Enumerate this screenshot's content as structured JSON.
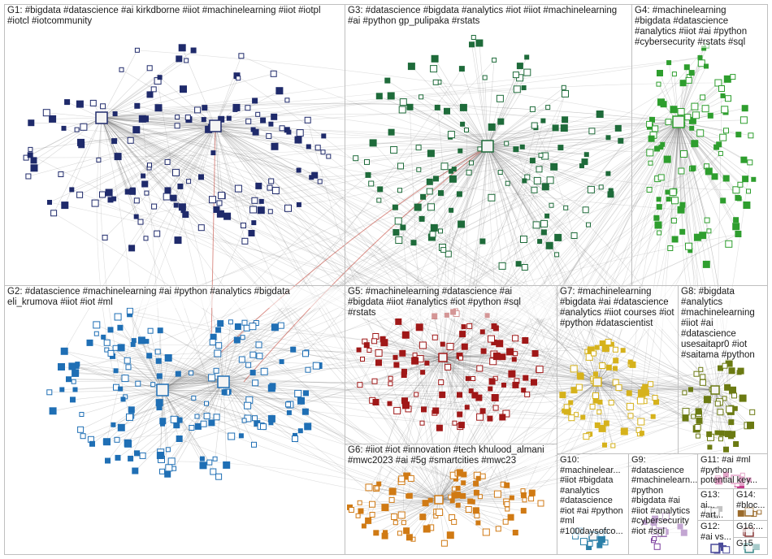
{
  "graph": {
    "groups": [
      {
        "id": "G1",
        "label": "G1: #bigdata #datascience #ai kirkdborne #iiot #machinelearning #iiot #iotpl\n#iotcl #iotcommunity",
        "color": "#1f2a6b",
        "node_count": 150
      },
      {
        "id": "G2",
        "label": "G2: #datascience #machinelearning #ai #python #analytics #bigdata\neli_krumova #iiot #iot #ml",
        "color": "#1f6fb5",
        "node_count": 170
      },
      {
        "id": "G3",
        "label": "G3: #datascience #bigdata #analytics #iot #iiot #machinelearning\n#ai #python gp_pulipaka #rstats",
        "color": "#1e6b3a",
        "node_count": 140
      },
      {
        "id": "G4",
        "label": "G4: #machinelearning\n#bigdata #datascience\n#analytics #iiot #ai #python\n#cybersecurity #rstats #sql",
        "color": "#2e9e2e",
        "node_count": 110
      },
      {
        "id": "G5",
        "label": "G5: #machinelearning #datascience #ai\n#bigdata #iiot #analytics #iot #python #sql\n#rstats",
        "color": "#a01818",
        "node_count": 110
      },
      {
        "id": "G6",
        "label": "G6: #iiot #iot #innovation #tech khulood_almani\n#mwc2023 #ai #5g #smartcities #mwc23",
        "color": "#d07a14",
        "node_count": 90
      },
      {
        "id": "G7",
        "label": "G7: #machinelearning\n#bigdata #ai #datascience\n#analytics #iiot courses #iot\n#python #datascientist",
        "color": "#d6b21c",
        "node_count": 70
      },
      {
        "id": "G8",
        "label": "G8: #bigdata\n#analytics\n#machinelearning\n#iiot #ai\n#datascience\nusesaitapr0 #iot\n#saitama #python",
        "color": "#6b7a12",
        "node_count": 50
      },
      {
        "id": "G9",
        "label": "G9:\n#datascience\n#machinelearn...\n#python\n#bigdata #ai\n#iiot #analytics\n#cybersecurity\n#iot #sql",
        "color": "#7a3b9c",
        "node_count": 12
      },
      {
        "id": "G10",
        "label": "G10:\n#machinelear...\n#iiot #bigdata\n#analytics\n#datascience\n#iot #ai #python\n#ml\n#100daysofco...",
        "color": "#2a7fa8",
        "node_count": 12
      },
      {
        "id": "G11",
        "label": "G11: #ai #ml\n#python\npotential key...",
        "color": "#c43b8a",
        "node_count": 8
      },
      {
        "id": "G12",
        "label": "G12:\n#ai vs...",
        "color": "#4a4a9a",
        "node_count": 4
      },
      {
        "id": "G13",
        "label": "G13: ai...\n#art...",
        "color": "#7a7a7a",
        "node_count": 3
      },
      {
        "id": "G14",
        "label": "G14:\n#bloc...",
        "color": "#9a6a2a",
        "node_count": 3
      },
      {
        "id": "G15",
        "label": "G15",
        "color": "#3a8a8a",
        "node_count": 2
      },
      {
        "id": "G16",
        "label": "G16:...",
        "color": "#8a3a3a",
        "node_count": 2
      }
    ],
    "edge_color": "#6e6e6e",
    "highlight_edge_color": "#c0392b"
  }
}
